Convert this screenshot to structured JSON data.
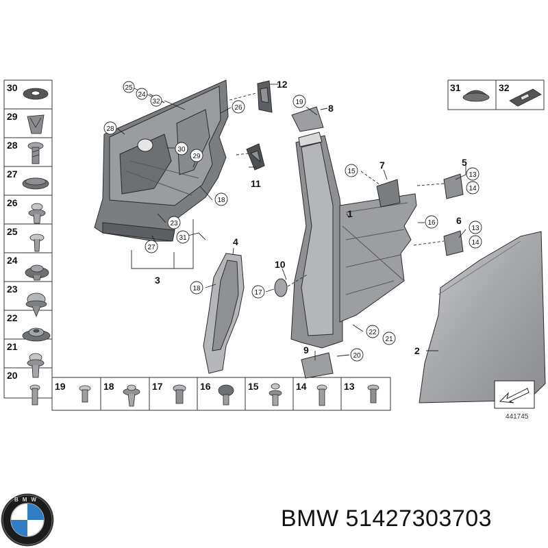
{
  "left_legend": [
    "30",
    "29",
    "28",
    "27",
    "26",
    "25",
    "24",
    "23",
    "22",
    "21",
    "20"
  ],
  "bottom_legend": [
    "19",
    "18",
    "17",
    "16",
    "15",
    "14",
    "13"
  ],
  "top_right_legend": [
    "31",
    "32"
  ],
  "callouts": {
    "frame_group": [
      "25",
      "24",
      "32",
      "26",
      "28",
      "30",
      "29",
      "18",
      "23",
      "27",
      "31",
      "3"
    ],
    "brackets": [
      "12",
      "11"
    ],
    "pillar": [
      "19",
      "8",
      "1",
      "7",
      "15",
      "5",
      "13",
      "14",
      "16",
      "6",
      "13",
      "14",
      "4",
      "18",
      "10",
      "17",
      "22",
      "21",
      "9",
      "20",
      "2"
    ]
  },
  "labels": {
    "n30": "30",
    "n29": "29",
    "n28": "28",
    "n27": "27",
    "n26": "26",
    "n25": "25",
    "n24": "24",
    "n23": "23",
    "n22": "22",
    "n21": "21",
    "n20": "20",
    "n19": "19",
    "n18": "18",
    "n17": "17",
    "n16": "16",
    "n15": "15",
    "n14": "14",
    "n13": "13",
    "n31": "31",
    "n32": "32",
    "c25": "25",
    "c24": "24",
    "c32": "32",
    "c26": "26",
    "c28": "28",
    "c30": "30",
    "c29": "29",
    "c18a": "18",
    "c23": "23",
    "c27": "27",
    "c31": "31",
    "p12": "12",
    "p11": "11",
    "p3": "3",
    "c19": "19",
    "p8": "8",
    "p1": "1",
    "p7": "7",
    "c15": "15",
    "p5": "5",
    "c13a": "13",
    "c14a": "14",
    "c16": "16",
    "p6": "6",
    "c13b": "13",
    "c14b": "14",
    "p4": "4",
    "c18b": "18",
    "p10": "10",
    "c17": "17",
    "c22": "22",
    "c21": "21",
    "p9": "9",
    "c20": "20",
    "p2": "2"
  },
  "ref_number": "441745",
  "brand": "BMW",
  "part_number": "51427303703",
  "colors": {
    "part_fill": "#8e9093",
    "part_dark": "#5c5f63",
    "part_light": "#c3c5c8",
    "outline": "#2a2a2a"
  }
}
